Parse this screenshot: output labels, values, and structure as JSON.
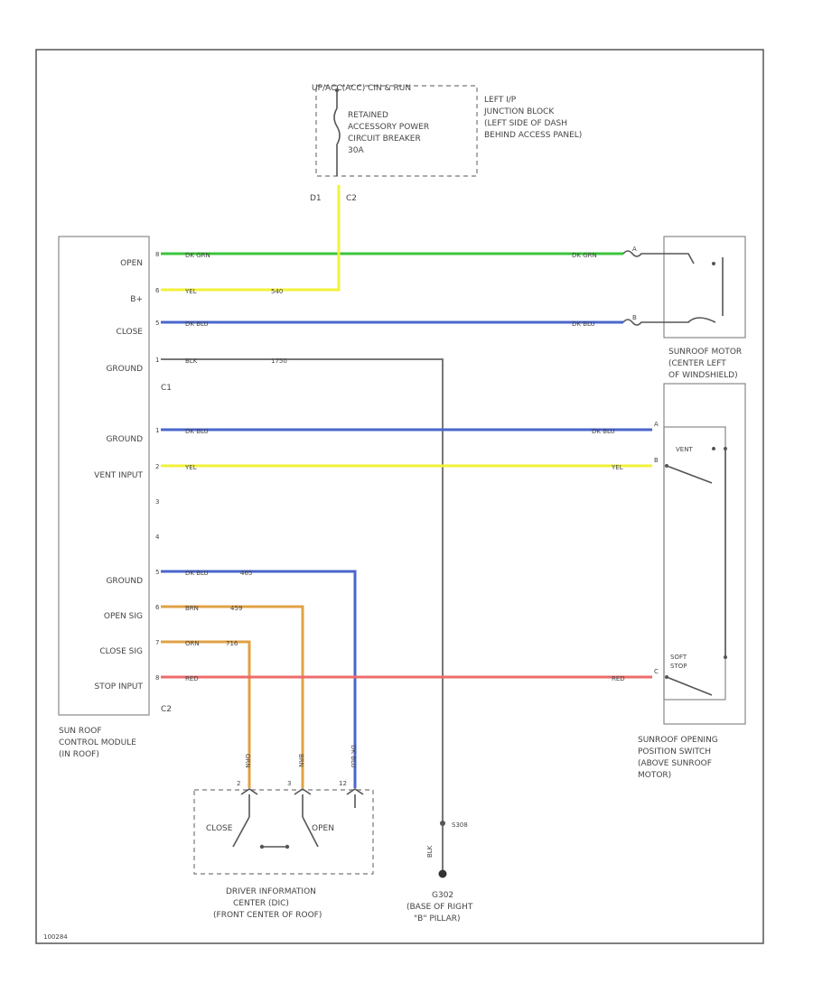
{
  "colors": {
    "green": "#3bc43b",
    "yellow": "#f2f23a",
    "blue": "#4a66cc",
    "gray": "#777777",
    "orange": "#e0a245",
    "red": "#ee6b6b"
  },
  "breaker": {
    "header": "UP/ACC(ACC) CIN & RUN",
    "lines": [
      "RETAINED",
      "ACCESSORY POWER",
      "CIRCUIT BREAKER",
      "30A"
    ],
    "pin_d": "D1",
    "pin_c": "C2"
  },
  "junction_block": {
    "lines": [
      "LEFT I/P",
      "JUNCTION BLOCK",
      "(LEFT SIDE OF DASH",
      "BEHIND ACCESS PANEL)"
    ]
  },
  "module": {
    "pins": [
      {
        "num": "8",
        "label": "OPEN",
        "wire": "DK GRN"
      },
      {
        "num": "6",
        "label": "B+",
        "wire": "YEL",
        "wire2": "540"
      },
      {
        "num": "5",
        "label": "CLOSE",
        "wire": "DK BLU"
      },
      {
        "num": "1",
        "label": "GROUND",
        "wire": "BLK",
        "wire2": "1750"
      },
      {
        "num": "1",
        "label": "GROUND",
        "wire": "DK BLU"
      },
      {
        "num": "2",
        "label": "VENT INPUT",
        "wire": "YEL"
      },
      {
        "num": "3",
        "label": ""
      },
      {
        "num": "4",
        "label": ""
      },
      {
        "num": "5",
        "label": "GROUND",
        "wire": "DK BLU",
        "wire2": "465"
      },
      {
        "num": "6",
        "label": "OPEN SIG",
        "wire": "BRN",
        "wire2": "459"
      },
      {
        "num": "7",
        "label": "CLOSE SIG",
        "wire": "ORN",
        "wire2": "716"
      },
      {
        "num": "8",
        "label": "STOP INPUT",
        "wire": "RED"
      }
    ],
    "conn1": "C1",
    "conn2": "C2",
    "name_lines": [
      "SUN ROOF",
      "CONTROL MODULE",
      "(IN ROOF)"
    ]
  },
  "motor": {
    "wire_open": "DK GRN",
    "wire_close": "DK BLU",
    "pin_a": "A",
    "pin_b": "B",
    "name_lines": [
      "SUNROOF MOTOR",
      "(CENTER LEFT",
      "OF WINDSHIELD)"
    ]
  },
  "position_switch": {
    "wire_ground": "DK BLU",
    "wire_vent": "YEL",
    "wire_stop": "RED",
    "pin_a": "A",
    "pin_b": "B",
    "pin_c": "C",
    "vent_label": "VENT",
    "stop_label_1": "SOFT",
    "stop_label_2": "STOP",
    "name_lines": [
      "SUNROOF OPENING",
      "POSITION SWITCH",
      "(ABOVE SUNROOF",
      "MOTOR)"
    ]
  },
  "dic": {
    "wire_close": "ORN",
    "wire_open": "BRN",
    "wire_ground": "DK BLU",
    "pin_1": "2",
    "pin_2": "3",
    "pin_3": "12",
    "close_label": "CLOSE",
    "open_label": "OPEN",
    "name_lines": [
      "DRIVER INFORMATION",
      "CENTER (DIC)",
      "(FRONT CENTER OF ROOF)"
    ]
  },
  "ground": {
    "splice": "S308",
    "wire": "BLK",
    "name_lines": [
      "G302",
      "(BASE OF RIGHT",
      "\"B\" PILLAR)"
    ]
  },
  "footer_code": "100284"
}
